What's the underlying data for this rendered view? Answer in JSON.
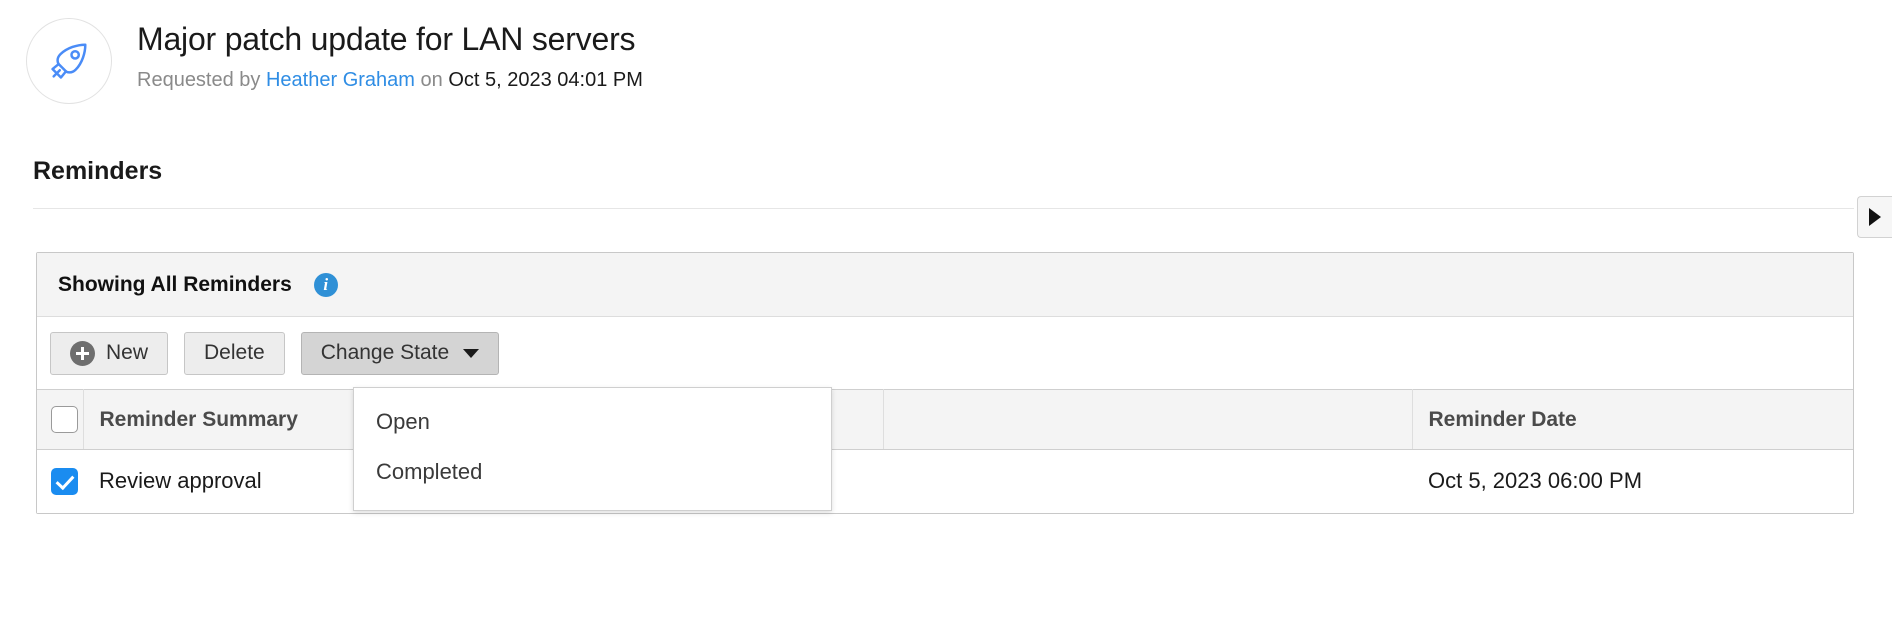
{
  "header": {
    "icon": "rocket-icon",
    "title": "Major patch update for LAN servers",
    "requested_label": "Requested by",
    "requester": "Heather Graham",
    "on_label": "on",
    "requested_date": "Oct 5, 2023 04:01 PM",
    "link_color": "#2f8de4"
  },
  "section": {
    "title": "Reminders"
  },
  "panel": {
    "heading": "Showing All Reminders",
    "info_icon": "info-icon",
    "info_icon_color": "#2f90d6",
    "toolbar": {
      "new_label": "New",
      "new_icon": "plus-circle-icon",
      "delete_label": "Delete",
      "change_state_label": "Change State",
      "change_state_caret": "chevron-down-icon"
    },
    "dropdown": {
      "open": true,
      "items": [
        {
          "label": "Open"
        },
        {
          "label": "Completed"
        }
      ]
    },
    "table": {
      "columns": [
        {
          "key": "check",
          "label": ""
        },
        {
          "key": "summary",
          "label": "Reminder Summary"
        },
        {
          "key": "mid",
          "label": ""
        },
        {
          "key": "date",
          "label": "Reminder Date"
        }
      ],
      "header_checkbox_checked": false,
      "rows": [
        {
          "checked": true,
          "summary": "Review approval",
          "mid": "",
          "date": "Oct 5, 2023 06:00 PM"
        }
      ]
    }
  },
  "side_tab": {
    "icon": "triangle-right-icon"
  },
  "colors": {
    "accent_blue": "#1a8cf0",
    "panel_header_bg": "#f4f4f4",
    "border": "#c8c8c8"
  }
}
